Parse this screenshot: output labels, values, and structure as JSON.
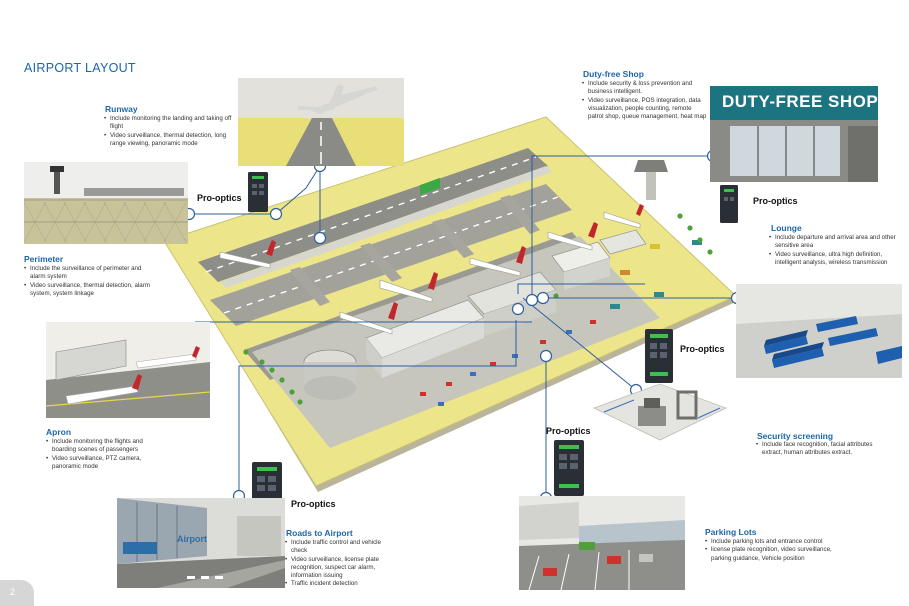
{
  "title": "AIRPORT LAYOUT",
  "device_label": "Pro-optics",
  "page_number": "2",
  "colors": {
    "accent": "#1b66a8",
    "line": "#2f5f9e",
    "ground": "#ece58a",
    "runway": "#8e8e88"
  },
  "sections": {
    "runway": {
      "title": "Runway",
      "bullets": [
        "Include monitoring the landing and taking off flight",
        "Video surveillance, thermal detection, long range viewing,  panoramic mode"
      ]
    },
    "perimeter": {
      "title": "Perimeter",
      "bullets": [
        "Include the surveillance of perimeter and alarm system",
        "Video surveillance, thermal detection, alarm system, system linkage"
      ]
    },
    "apron": {
      "title": "Apron",
      "bullets": [
        "Include monitoring the flights and boarding scenes of passengers",
        "Video surveillance, PTZ camera, panoramic mode"
      ]
    },
    "roads": {
      "title": "Roads to Airport",
      "bullets": [
        "Include traffic control and vehicle check",
        "Video surveillance, license plate recognition, suspect car alarm, information issuing",
        "Traffic incident detection"
      ]
    },
    "duty_free": {
      "title": "Duty-free Shop",
      "bullets": [
        "Include security & loss prevention and business intelligent.",
        "Video surveillance, POS integration, data visualization, people counting, remote patrol shop, queue management, heat map"
      ],
      "sign_text": "DUTY-FREE SHOP"
    },
    "lounge": {
      "title": "Lounge",
      "bullets": [
        "Include departure and arrival area and other sensitive area",
        "Video surveillance, ultra high definition, intelligent analysis, wireless transmission"
      ]
    },
    "security": {
      "title": "Security screening",
      "bullets": [
        "Include face recognition, facial attributes extract, human attributes extract."
      ]
    },
    "parking": {
      "title": "Parking Lots",
      "bullets": [
        "Include parking lots and entrance control",
        "license plate recognition, video surveillance, parking guidance, Vehicle position"
      ]
    }
  },
  "roads_sign": "Airport"
}
